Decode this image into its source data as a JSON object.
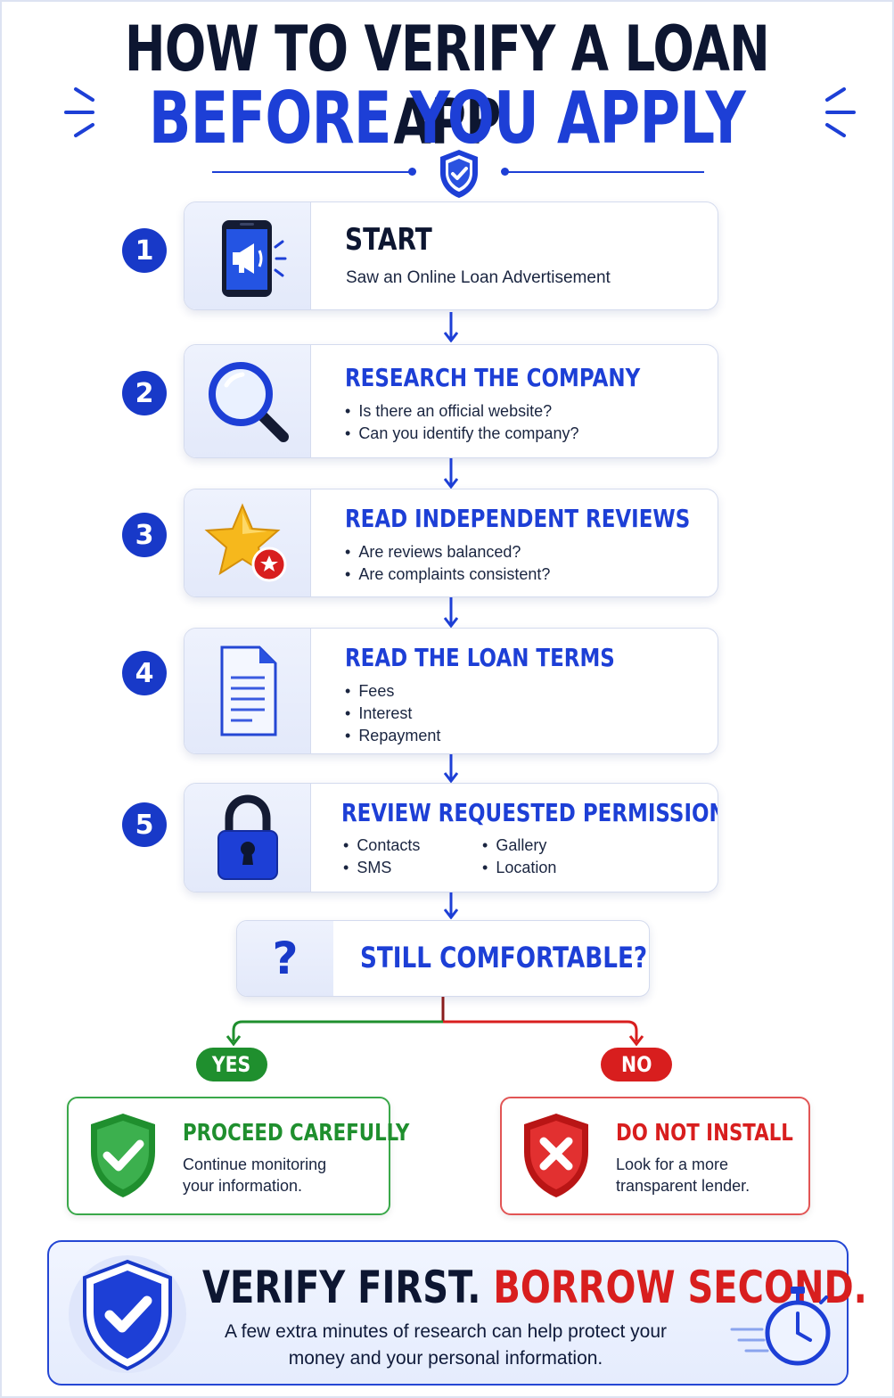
{
  "header": {
    "line1": "HOW TO VERIFY A LOAN APP",
    "line2": "BEFORE YOU APPLY"
  },
  "steps": [
    {
      "number": "1",
      "title": "START",
      "description": "Saw an Online Loan Advertisement",
      "icon": "phone-megaphone-icon"
    },
    {
      "number": "2",
      "title": "RESEARCH THE COMPANY",
      "bullets": [
        "Is there an official website?",
        "Can you identify the company?"
      ],
      "icon": "magnifier-icon"
    },
    {
      "number": "3",
      "title": "READ INDEPENDENT REVIEWS",
      "bullets": [
        "Are reviews balanced?",
        "Are complaints consistent?"
      ],
      "icon": "star-icon"
    },
    {
      "number": "4",
      "title": "READ THE LOAN TERMS",
      "bullets": [
        "Fees",
        "Interest",
        "Repayment"
      ],
      "icon": "document-icon"
    },
    {
      "number": "5",
      "title": "REVIEW REQUESTED PERMISSIONS",
      "bullets": [
        "Contacts",
        "Gallery",
        "SMS",
        "Location"
      ],
      "icon": "padlock-icon"
    }
  ],
  "decision": {
    "symbol": "?",
    "question": "STILL COMFORTABLE?"
  },
  "branches": {
    "yes": {
      "label": "YES",
      "title": "PROCEED CAREFULLY",
      "description": "Continue monitoring your information.",
      "color": "#1f8f2e",
      "icon": "shield-check-icon"
    },
    "no": {
      "label": "NO",
      "title": "DO NOT INSTALL",
      "description": "Look for a more transparent lender.",
      "color": "#d81e1e",
      "icon": "shield-x-icon"
    }
  },
  "footer": {
    "title_part1": "VERIFY FIRST.",
    "title_part2": "BORROW SECOND.",
    "description": "A few extra minutes of research can help protect your money and your personal information.",
    "icons": [
      "shield-check-icon",
      "stopwatch-icon"
    ]
  },
  "colors": {
    "accent": "#1d3fd6",
    "dark": "#0d1631",
    "yes": "#1f8f2e",
    "no": "#d81e1e"
  }
}
